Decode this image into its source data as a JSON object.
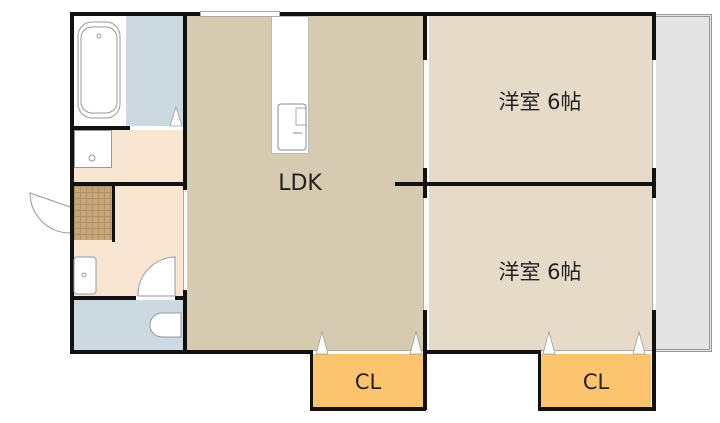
{
  "floorplan": {
    "rooms": {
      "ldk": {
        "label": "LDK",
        "color": "#d6cbb0"
      },
      "bedroom_1": {
        "label": "洋室 6帖",
        "color": "#e6dac8"
      },
      "bedroom_2": {
        "label": "洋室 6帖",
        "color": "#e6dac8"
      },
      "closet_1": {
        "label": "CL",
        "color": "#fcc46f"
      },
      "closet_2": {
        "label": "CL",
        "color": "#fcc46f"
      },
      "bathroom": {
        "color": "#cdd9e0"
      },
      "washroom": {
        "color": "#f8e6d3"
      },
      "hallway": {
        "color": "#f8e6d3"
      },
      "toilet": {
        "color": "#cdd9e0"
      },
      "entrance": {
        "color": "#c4a67a"
      },
      "balcony": {
        "color": "#e4e4e4"
      }
    },
    "colors": {
      "wall": "#111111",
      "window": "#ffffff"
    }
  }
}
